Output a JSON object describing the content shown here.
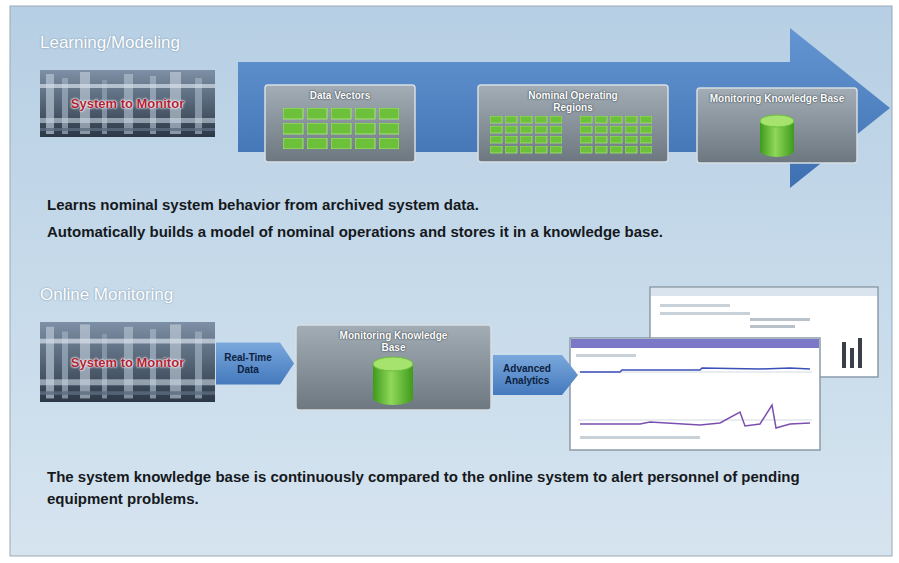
{
  "diagram": {
    "nodes": [
      {
        "text": [
          "System to Monitor"
        ]
      },
      {
        "text": [
          "Data Vectors"
        ]
      },
      {
        "text": [
          "Nominal Operating Regions"
        ]
      },
      {
        "text": [
          "Monitoring Knowledge Base"
        ]
      },
      {
        "text": [
          "System to Monitor"
        ]
      },
      {
        "text": [
          "Monitoring Knowledge Base"
        ]
      }
    ],
    "edges": [
      {
        "from": 4,
        "to": 5,
        "label": "Real-Time Data",
        "arrow": "to"
      }
    ],
    "labels": [
      "Learning/Modeling",
      "Learns nominal system behavior from archived system data.",
      "Automatically builds a model of nominal operations and stores it in a knowledge base.",
      "Online Monitoring",
      "Advanced Analytics",
      "The system knowledge base is continuously compared to the online system to alert personnel of pending equipment problems."
    ]
  }
}
